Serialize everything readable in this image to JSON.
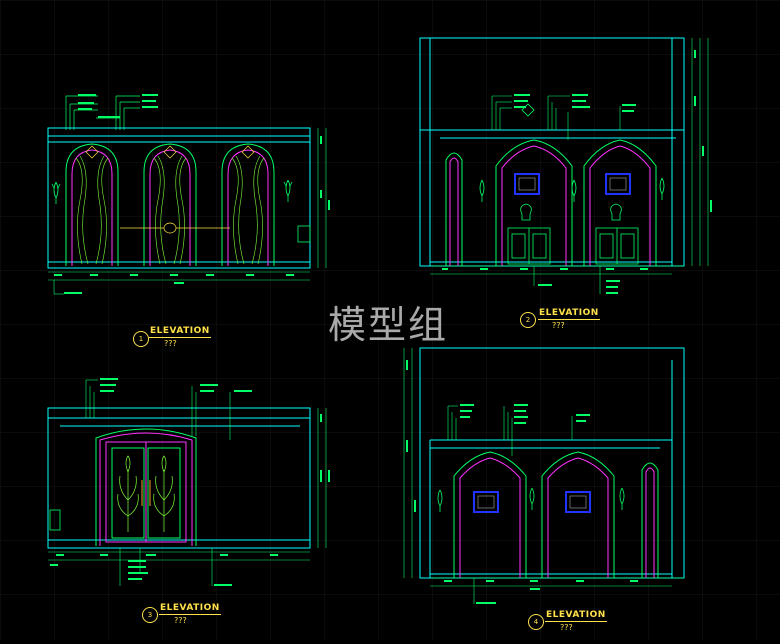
{
  "watermark": "模型组",
  "elevations": [
    {
      "number": "1",
      "title": "ELEVATION",
      "subtitle": "???"
    },
    {
      "number": "2",
      "title": "ELEVATION",
      "subtitle": "???"
    },
    {
      "number": "3",
      "title": "ELEVATION",
      "subtitle": "???"
    },
    {
      "number": "4",
      "title": "ELEVATION",
      "subtitle": "???"
    }
  ],
  "colors": {
    "background": "#000000",
    "outline": "#00ff66",
    "frame": "#00ffff",
    "arch_inner": "#ff33ff",
    "picture": "#2233ff",
    "label": "#ffe14a",
    "grid": "#1a1a1a"
  }
}
